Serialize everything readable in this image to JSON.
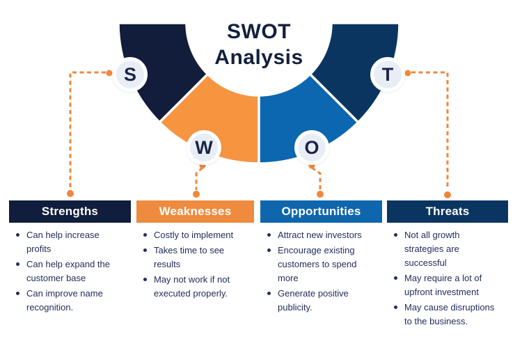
{
  "title": {
    "line1": "SWOT",
    "line2": "Analysis"
  },
  "badges": [
    {
      "letter": "S"
    },
    {
      "letter": "W"
    },
    {
      "letter": "O"
    },
    {
      "letter": "T"
    }
  ],
  "colors": {
    "background": "#ffffff",
    "wedge_s": "#111d3a",
    "wedge_w": "#f79440",
    "wedge_o": "#0d66b0",
    "wedge_t": "#0a3560",
    "connector": "#f0873c",
    "badge_fill": "#e9eef6",
    "badge_ring": "#ffffff",
    "badge_letter": "#1b2447",
    "title_text": "#13203e",
    "header_text": "#ffffff",
    "list_text": "#222e5a"
  },
  "columns": [
    {
      "header": "Strengths",
      "accent": "#101d3c",
      "items": [
        "Can help increase profits",
        "Can help expand the customer base",
        "Can improve name recognition."
      ]
    },
    {
      "header": "Weaknesses",
      "accent": "#ef8b3f",
      "items": [
        "Costly to implement",
        "Takes time to see results",
        "May not work if not executed properly."
      ]
    },
    {
      "header": "Opportunities",
      "accent": "#0f66ad",
      "items": [
        "Attract new investors",
        "Encourage existing customers to spend more",
        "Generate positive publicity."
      ]
    },
    {
      "header": "Threats",
      "accent": "#0a3560",
      "items": [
        "Not all growth strategies are successful",
        "May require a lot of upfront investment",
        "May cause disruptions to the business."
      ]
    }
  ]
}
